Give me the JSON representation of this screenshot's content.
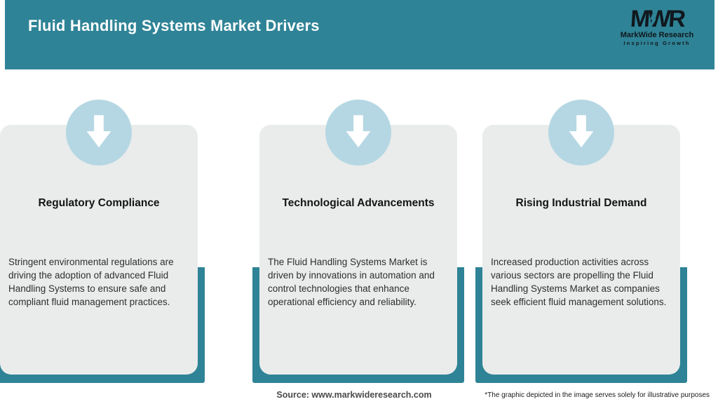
{
  "header": {
    "title": "Fluid Handling Systems Market Drivers"
  },
  "logo": {
    "monogram": "MWR",
    "name": "MarkWide Research",
    "tagline": "Inspiring Growth"
  },
  "cards": [
    {
      "icon": "down-arrow-icon",
      "title": "Technological Advancements",
      "body": "The Fluid Handling Systems Market is driven by innovations in automation and control technologies that enhance operational efficiency and reliability."
    },
    {
      "icon": "down-arrow-icon",
      "title": "Rising Industrial Demand",
      "body": "Increased production activities across various sectors are propelling the Fluid Handling Systems Market as companies seek efficient fluid management solutions."
    },
    {
      "icon": "down-arrow-icon",
      "title": "Regulatory Compliance",
      "body": "Stringent environmental regulations are driving the adoption of advanced Fluid Handling Systems to ensure safe and compliant fluid management practices."
    }
  ],
  "footer": {
    "source": "Source: www.markwideresearch.com",
    "disclaimer": "*The graphic depicted in the image serves solely for illustrative purposes"
  },
  "colors": {
    "teal": "#2f8396",
    "card_bg": "#e9eceb",
    "circle_bg": "#b5d7e3",
    "arrow": "#ffffff",
    "logo_color": "#10181e"
  }
}
